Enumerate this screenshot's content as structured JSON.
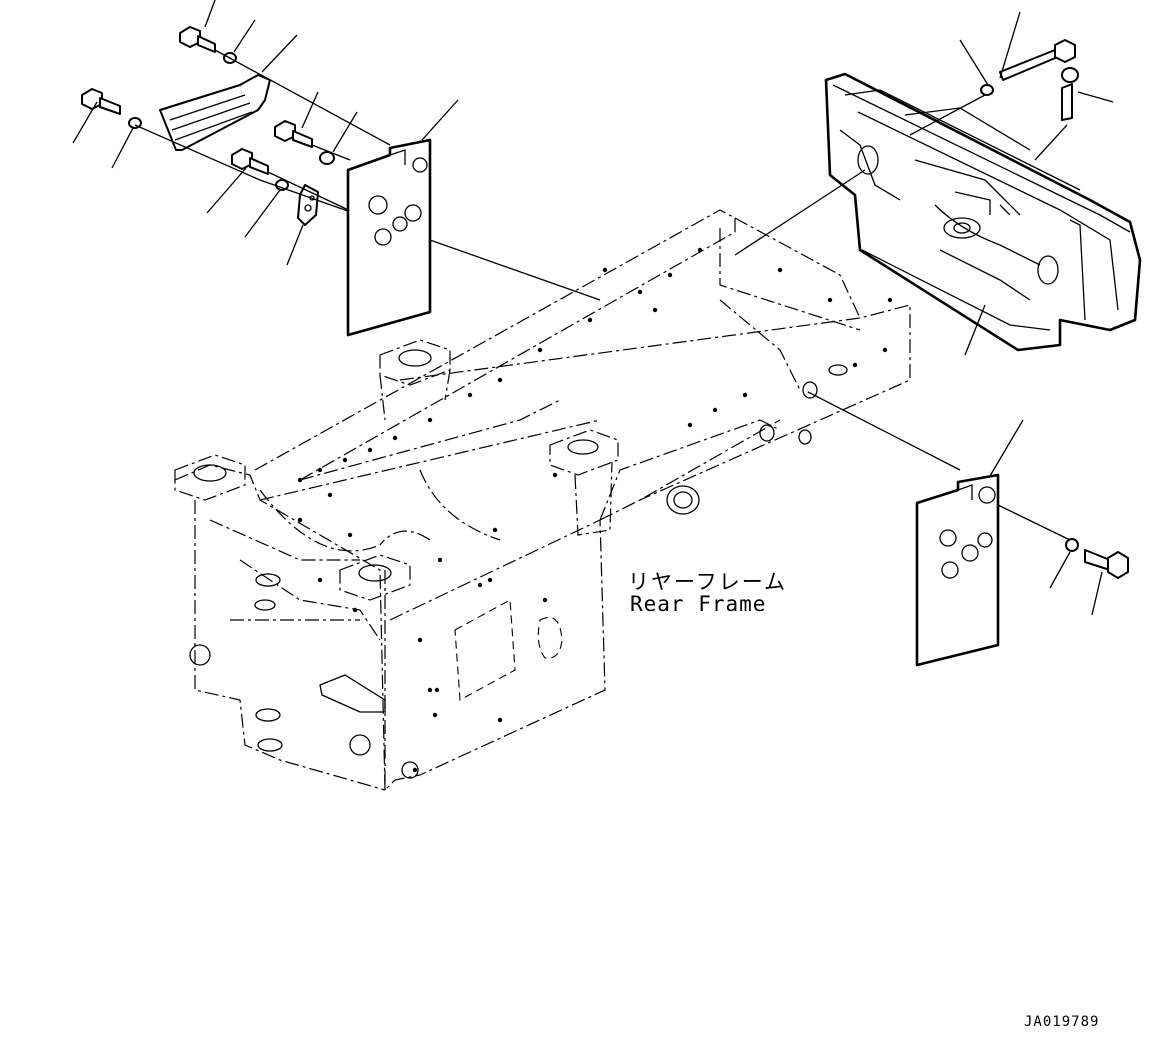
{
  "labels": {
    "part_name_jp": "リヤーフレーム",
    "part_name_en": "Rear Frame"
  },
  "drawing_id": "JA019789"
}
